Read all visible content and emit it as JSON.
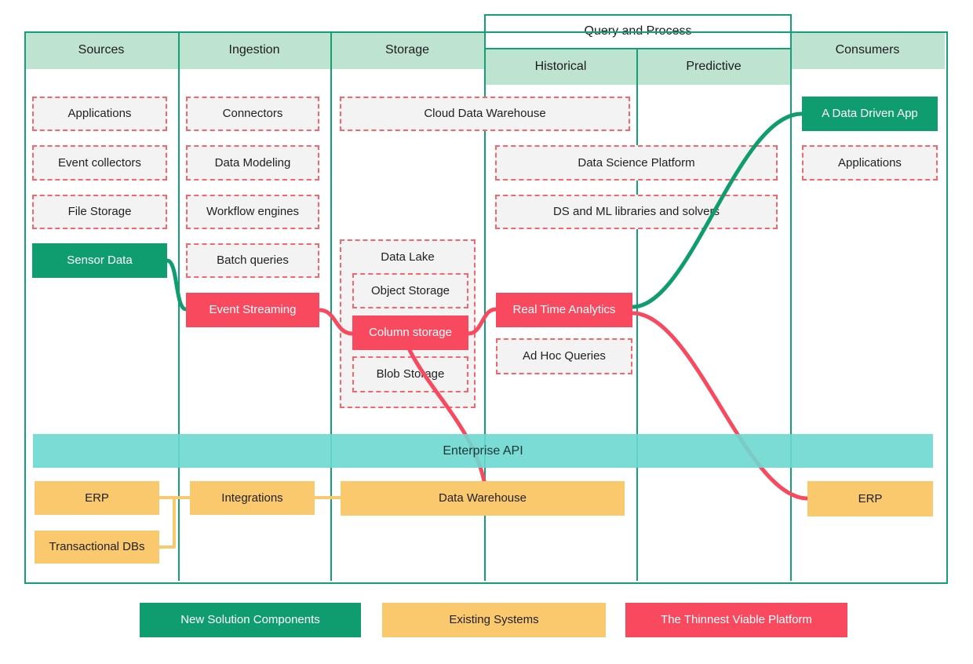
{
  "columns": {
    "sources": {
      "label": "Sources"
    },
    "ingestion": {
      "label": "Ingestion"
    },
    "storage": {
      "label": "Storage"
    },
    "query_and_process": {
      "label": "Query and Process",
      "sub": {
        "historical": "Historical",
        "predictive": "Predictive"
      }
    },
    "consumers": {
      "label": "Consumers"
    }
  },
  "nodes": {
    "src_applications": {
      "label": "Applications",
      "kind": "proposed"
    },
    "src_event_collectors": {
      "label": "Event collectors",
      "kind": "proposed"
    },
    "src_file_storage": {
      "label": "File Storage",
      "kind": "proposed"
    },
    "src_sensor_data": {
      "label": "Sensor Data",
      "kind": "new-solution"
    },
    "ing_connectors": {
      "label": "Connectors",
      "kind": "proposed"
    },
    "ing_data_modeling": {
      "label": "Data Modeling",
      "kind": "proposed"
    },
    "ing_workflow_engines": {
      "label": "Workflow engines",
      "kind": "proposed"
    },
    "ing_batch_queries": {
      "label": "Batch queries",
      "kind": "proposed"
    },
    "ing_event_streaming": {
      "label": "Event Streaming",
      "kind": "thinnest-viable-platform"
    },
    "sto_cloud_data_warehouse": {
      "label": "Cloud Data Warehouse",
      "kind": "proposed"
    },
    "sto_data_lake": {
      "label": "Data Lake",
      "kind": "proposed-group"
    },
    "sto_object_storage": {
      "label": "Object Storage",
      "kind": "proposed"
    },
    "sto_column_storage": {
      "label": "Column storage",
      "kind": "thinnest-viable-platform"
    },
    "sto_blob_storage": {
      "label": "Blob Storage",
      "kind": "proposed"
    },
    "qp_data_science_platform": {
      "label": "Data Science Platform",
      "kind": "proposed"
    },
    "qp_ds_ml_libraries": {
      "label": "DS and ML libraries and solvers",
      "kind": "proposed"
    },
    "qp_real_time_analytics": {
      "label": "Real Time Analytics",
      "kind": "thinnest-viable-platform"
    },
    "qp_ad_hoc_queries": {
      "label": "Ad Hoc Queries",
      "kind": "proposed"
    },
    "con_a_data_driven_app": {
      "label": "A Data Driven App",
      "kind": "new-solution"
    },
    "con_applications": {
      "label": "Applications",
      "kind": "proposed"
    },
    "con_erp": {
      "label": "ERP",
      "kind": "existing"
    },
    "ex_erp": {
      "label": "ERP",
      "kind": "existing"
    },
    "ex_transactional_dbs": {
      "label": "Transactional DBs",
      "kind": "existing"
    },
    "ex_integrations": {
      "label": "Integrations",
      "kind": "existing"
    },
    "ex_data_warehouse": {
      "label": "Data Warehouse",
      "kind": "existing"
    }
  },
  "api_bar": {
    "label": "Enterprise API",
    "kind": "existing"
  },
  "edges": [
    {
      "from": "Sensor Data",
      "to": "Event Streaming",
      "color": "green"
    },
    {
      "from": "Event Streaming",
      "to": "Column storage",
      "color": "red"
    },
    {
      "from": "Column storage",
      "to": "Real Time Analytics",
      "color": "red"
    },
    {
      "from": "Column storage",
      "to": "Data Warehouse",
      "color": "red"
    },
    {
      "from": "Real Time Analytics",
      "to": "A Data Driven App",
      "color": "green"
    },
    {
      "from": "Real Time Analytics",
      "to": "ERP (consumer)",
      "color": "red"
    },
    {
      "from": "ERP",
      "to": "Integrations",
      "color": "yellow"
    },
    {
      "from": "Transactional DBs",
      "to": "Integrations",
      "color": "yellow"
    },
    {
      "from": "Integrations",
      "to": "Data Warehouse",
      "color": "yellow"
    }
  ],
  "legend": {
    "new": {
      "label": "New Solution Components",
      "color": "#0f9d6f"
    },
    "existing": {
      "label": "Existing Systems",
      "color": "#fbc96d"
    },
    "tvp": {
      "label": "The Thinnest Viable Platform",
      "color": "#f9495f"
    }
  },
  "colors": {
    "new_solution": "#0f9d6f",
    "existing": "#fbc96d",
    "thinnest_viable_platform": "#f9495f",
    "header_fill": "#bfe3d1",
    "frame_line": "#12a077",
    "dashed_border": "#f8656c",
    "dashed_fill": "#f3f3f3",
    "enterprise_api_bar": "#7cdcd6"
  }
}
